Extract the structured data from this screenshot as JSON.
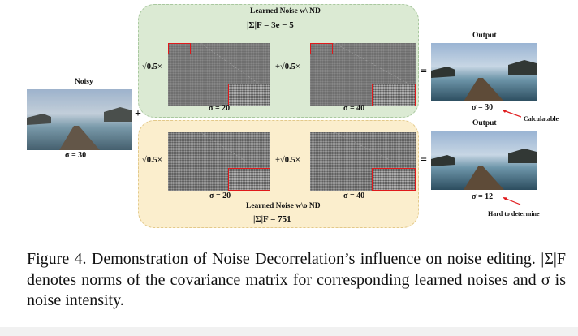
{
  "figure": {
    "noisy": {
      "title": "Noisy",
      "sigma": "σ = 30"
    },
    "plus": "+",
    "green_panel": {
      "title": "Learned Noise w\\ ND",
      "norm": "|Σ|F = 3e − 5",
      "coef1": "√0.5×",
      "coef2": "+√0.5×",
      "sigma_left": "σ = 20",
      "sigma_right": "σ = 40",
      "equals": "="
    },
    "yellow_panel": {
      "title": "Learned Noise w\\o ND",
      "norm": "|Σ|F = 751",
      "coef1": "√0.5×",
      "coef2": "+√0.5×",
      "sigma_left": "σ = 20",
      "sigma_right": "σ = 40",
      "equals": "="
    },
    "output_top": {
      "title": "Output",
      "sigma": "σ = 30",
      "note": "Calculatable"
    },
    "output_bottom": {
      "title": "Output",
      "sigma": "σ = 12",
      "note": "Hard to determine"
    },
    "accent_color": "#e0191b",
    "green_bg": "#dbead3",
    "yellow_bg": "#fbeecd"
  },
  "caption": "Figure 4.  Demonstration of Noise Decorrelation’s influence on noise editing. |Σ|F denotes norms of the covariance matrix for corresponding learned noises and σ is noise intensity."
}
